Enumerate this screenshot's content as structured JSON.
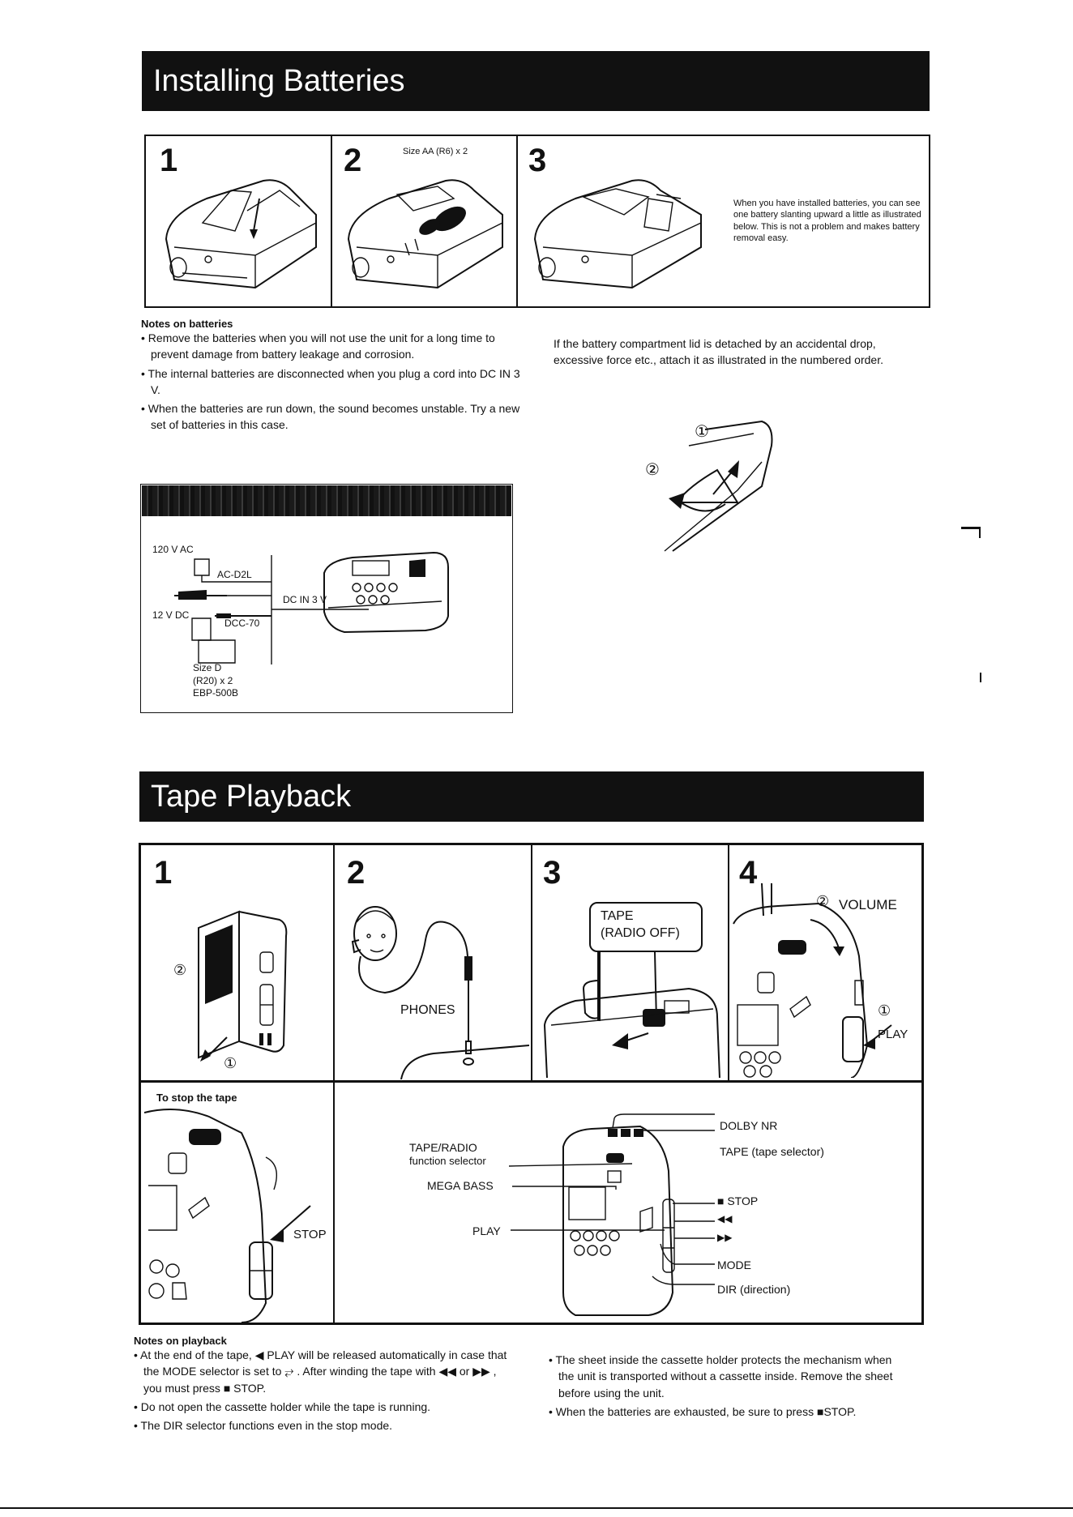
{
  "section1": {
    "title": "Installing Batteries",
    "steps": [
      {
        "num": "1"
      },
      {
        "num": "2",
        "caption": "Size AA (R6) x 2"
      },
      {
        "num": "3",
        "caption": "When you have installed batteries, you can see one battery slanting upward a little as illustrated below. This is not a problem and makes battery removal easy."
      }
    ],
    "notes": {
      "title": "Notes on batteries",
      "items": [
        "Remove the batteries when you will not use the unit for a long time to prevent damage from battery leakage and corrosion.",
        "The internal batteries are disconnected when you plug a cord into DC IN 3 V.",
        "When the batteries are run down, the sound becomes unstable. Try a new set of batteries in this case."
      ]
    },
    "lid_note": "If the battery compartment lid is detached by an accidental drop, excessive force etc., attach it as illustrated in the numbered order.",
    "lid_marks": [
      "①",
      "②"
    ],
    "power": {
      "ac_label": "120 V AC",
      "adapter_label": "AC-D2L",
      "dc_label": "12 V DC",
      "car_label": "DCC-70",
      "jack_label": "DC IN 3 V",
      "pack_size": "Size D",
      "pack_count": "(R20) x 2",
      "pack_model": "EBP-500B"
    }
  },
  "section2": {
    "title": "Tape Playback",
    "steps": [
      {
        "num": "1",
        "marks": [
          "②",
          "①"
        ]
      },
      {
        "num": "2",
        "label": "PHONES"
      },
      {
        "num": "3",
        "callout_line1": "TAPE",
        "callout_line2": "(RADIO OFF)"
      },
      {
        "num": "4",
        "mark_volume": "②",
        "volume": "VOLUME",
        "mark_play": "①",
        "play": "PLAY"
      }
    ],
    "stop_panel": {
      "title": "To stop the tape",
      "label": "STOP"
    },
    "controls": {
      "tape_radio": "TAPE/RADIO",
      "function_selector": "function selector",
      "mega_bass": "MEGA BASS",
      "play": "PLAY",
      "dolby": "DOLBY NR",
      "tape_selector": "TAPE (tape selector)",
      "stop": "■ STOP",
      "rew": "◀◀",
      "ff": "▶▶",
      "mode": "MODE",
      "dir": "DIR (direction)"
    },
    "notes_left": {
      "title": "Notes on playback",
      "items": [
        "At the end of the tape, ◀ PLAY will be released automatically in case that the MODE selector is set to ⥂ . After winding the tape with ◀◀ or ▶▶ , you must press ■ STOP.",
        "Do not open the cassette holder while the tape is running.",
        "The DIR selector functions even in the stop mode."
      ]
    },
    "notes_right": {
      "items": [
        "The sheet inside the cassette holder protects the mechanism when the unit is transported without a cassette inside. Remove the sheet before using the unit.",
        "When the batteries are exhausted, be sure to press ■STOP."
      ]
    }
  }
}
